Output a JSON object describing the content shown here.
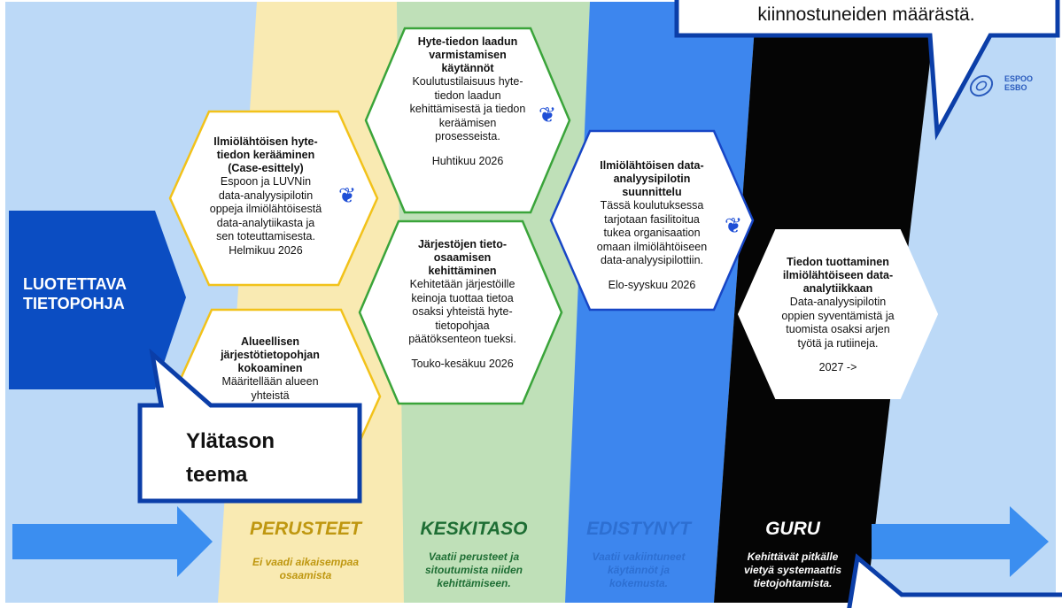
{
  "colors": {
    "sky": "#bcd9f7",
    "perusteet_band": "#f9eab2",
    "keskitaso_band": "#bfe0b8",
    "edistynyt_band": "#3d86ee",
    "guru_band": "#050505",
    "arrow": "#3b8ef0",
    "teema_shape": "#0b4dc2",
    "hex_yellow": "#f2c21a",
    "hex_green": "#3aa43a",
    "hex_blue": "#1746c6",
    "callout_border": "#0b3ea8"
  },
  "teema_label": [
    "LUOTETTAVA",
    "TIETOPOHJA"
  ],
  "callout_top": "kiinnostuneiden määrästä.",
  "callout_bottom": [
    "Ylätason",
    "teema"
  ],
  "logo": {
    "line1": "ESPOO",
    "line2": "ESBO"
  },
  "levels": [
    {
      "name": "PERUSTEET",
      "color": "#bf9710",
      "desc": [
        "Ei vaadi aikaisempaa",
        "osaamista"
      ]
    },
    {
      "name": "KESKITASO",
      "color": "#1e6e34",
      "desc": [
        "Vaatii perusteet ja",
        "sitoutumista niiden",
        "kehittämiseen."
      ]
    },
    {
      "name": "EDISTYNYT",
      "color": "#2d6fd2",
      "desc": [
        "Vaatii vakiintuneet",
        "käytännöt ja",
        "kokemusta."
      ]
    },
    {
      "name": "GURU",
      "color": "#ffffff",
      "desc": [
        "Kehittävät pitkälle",
        "vietyä systemaattis",
        "tietojohtamista."
      ]
    }
  ],
  "hexes": [
    {
      "id": "case",
      "title": [
        "Ilmiölähtöisen hyte-",
        "tiedon kerääminen",
        "(Case-esittely)"
      ],
      "body": [
        "Espoon ja LUVNin",
        "data-analyysipilotin",
        "oppeja ilmiölähtöisestä",
        "data-analytiikasta ja",
        "sen toteuttamisesta.",
        "Helmikuu 2026"
      ],
      "award": true
    },
    {
      "id": "alue",
      "title": [
        "Alueellisen",
        "järjestötietopohjan",
        "kokoaminen"
      ],
      "body": [
        "Määritellään alueen",
        "yhteistä"
      ],
      "award": false
    },
    {
      "id": "laatu",
      "title": [
        "Hyte-tiedon laadun",
        "varmistamisen",
        "käytännöt"
      ],
      "body": [
        "Koulutustilaisuus hyte-",
        "tiedon laadun",
        "kehittämisestä ja tiedon",
        "keräämisen",
        "prosesseista.",
        "",
        "Huhtikuu 2026"
      ],
      "award": true
    },
    {
      "id": "jarj",
      "title": [
        "Järjestöjen tieto-",
        "osaamisen",
        "kehittäminen"
      ],
      "body": [
        "Kehitetään järjestöille",
        "keinoja tuottaa tietoa",
        "osaksi yhteistä hyte-",
        "tietopohjaa",
        "päätöksenteon tueksi.",
        "",
        "Touko-kesäkuu 2026"
      ],
      "award": false
    },
    {
      "id": "pilotti",
      "title": [
        "Ilmiölähtöisen data-",
        "analyysipilotin",
        "suunnittelu"
      ],
      "body": [
        "Tässä koulutuksessa",
        "tarjotaan fasilitoitua",
        "tukea organisaation",
        "omaan ilmiölähtöiseen",
        "data-analyysipilottiin.",
        "",
        "Elo-syyskuu 2026"
      ],
      "award": true
    },
    {
      "id": "tuottaminen",
      "title": [
        "Tiedon tuottaminen",
        "ilmiölähtöiseen data-",
        "analytiikkaan"
      ],
      "body": [
        "Data-analyysipilotin",
        "oppien syventämistä ja",
        "tuomista osaksi arjen",
        "työtä ja rutiineja.",
        "",
        "2027 ->"
      ],
      "award": false
    }
  ]
}
